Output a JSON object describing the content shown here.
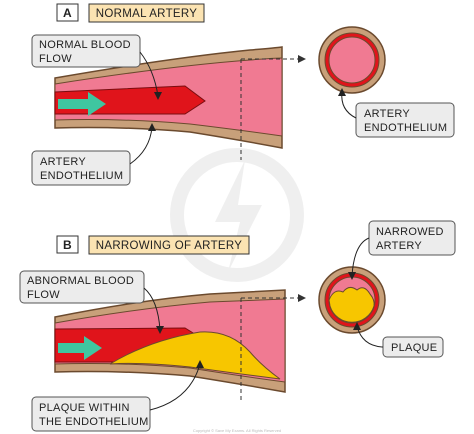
{
  "panels": [
    {
      "id": "A",
      "title": "NORMAL ARTERY",
      "callouts": {
        "blood_flow": [
          "NORMAL BLOOD",
          "FLOW"
        ],
        "endothelium": [
          "ARTERY",
          "ENDOTHELIUM"
        ],
        "cross_section": [
          "ARTERY",
          "ENDOTHELIUM"
        ]
      }
    },
    {
      "id": "B",
      "title": "NARROWING OF ARTERY",
      "callouts": {
        "blood_flow": [
          "ABNORMAL BLOOD",
          "FLOW"
        ],
        "plaque_within": [
          "PLAQUE WITHIN",
          "THE ENDOTHELIUM"
        ],
        "narrowed": [
          "NARROWED",
          "ARTERY"
        ],
        "plaque": [
          "PLAQUE"
        ]
      }
    }
  ],
  "watermark": "Copyright © Save My Exams. All Rights Reserved",
  "colors": {
    "artery_wall": "#c8a07a",
    "wall_outline": "#6b4a2e",
    "endothelium": "#f07a92",
    "blood": "#e0141b",
    "flow_arrow": "#3fc6a0",
    "plaque": "#f7c600",
    "title_fill": "#fbe3b2",
    "callout_fill": "#ececec"
  }
}
